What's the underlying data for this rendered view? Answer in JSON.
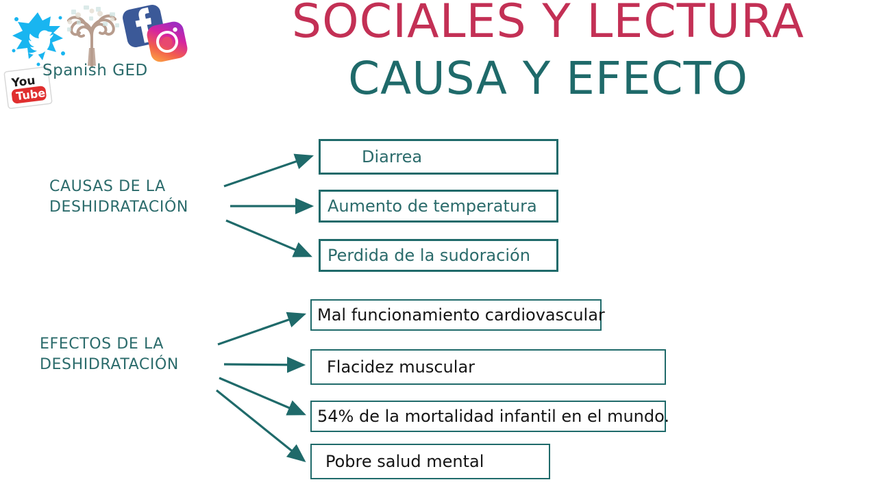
{
  "brand": {
    "name": "Spanish GED",
    "icons": {
      "tree": "tree-logo",
      "twitter": "twitter-splash-icon",
      "facebook": "facebook-icon",
      "facebook_glyph": "f",
      "instagram": "instagram-icon",
      "youtube": "youtube-icon",
      "youtube_word_top": "You",
      "youtube_word_bottom": "Tube"
    },
    "colors": {
      "twitter_blue": "#19b5f0",
      "facebook_blue": "#3b5998",
      "instagram_pink": "#d6249f",
      "instagram_orange": "#fdb042",
      "youtube_red": "#e02f2f",
      "tree_brown": "#b79c8d"
    }
  },
  "header": {
    "title": "SOCIALES Y LECTURA",
    "subtitle": "CAUSA Y EFECTO",
    "title_color": "#c33055",
    "subtitle_color": "#1f6a6a"
  },
  "diagram": {
    "border_color": "#1f6a6a",
    "arrow_color": "#1f6a6a",
    "groups": [
      {
        "id": "causes",
        "label": "CAUSAS DE LA\nDESHIDRATACIÓN",
        "label_color": "#2b6b6b",
        "text_color": "#2b6b6b",
        "items": [
          {
            "text": "Diarrea"
          },
          {
            "text": "Aumento de temperatura"
          },
          {
            "text": "Perdida de la sudoración"
          }
        ]
      },
      {
        "id": "effects",
        "label": "EFECTOS DE LA\nDESHIDRATACIÓN",
        "label_color": "#2b6b6b",
        "text_color": "#151515",
        "items": [
          {
            "text": "Mal funcionamiento cardiovascular"
          },
          {
            "text": "Flacidez muscular"
          },
          {
            "text": "54% de la mortalidad infantil en el mundo."
          },
          {
            "text": "Pobre salud mental"
          }
        ]
      }
    ]
  }
}
